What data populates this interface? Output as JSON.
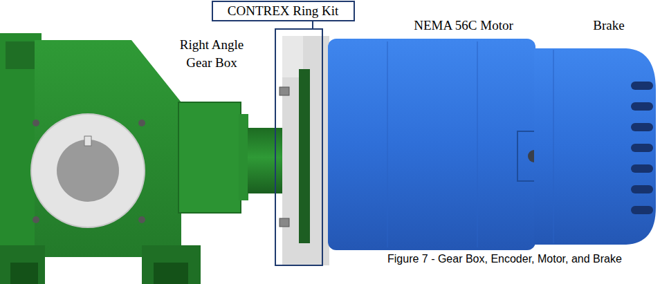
{
  "diagram": {
    "caption": "Figure 7 - Gear Box, Encoder, Motor, and Brake",
    "nodes": [
      {
        "text": [
          "CONTREX Ring Kit"
        ]
      }
    ],
    "edges": [],
    "labels": [
      "Right Angle Gear Box",
      "NEMA 56C Motor",
      "Brake"
    ]
  }
}
